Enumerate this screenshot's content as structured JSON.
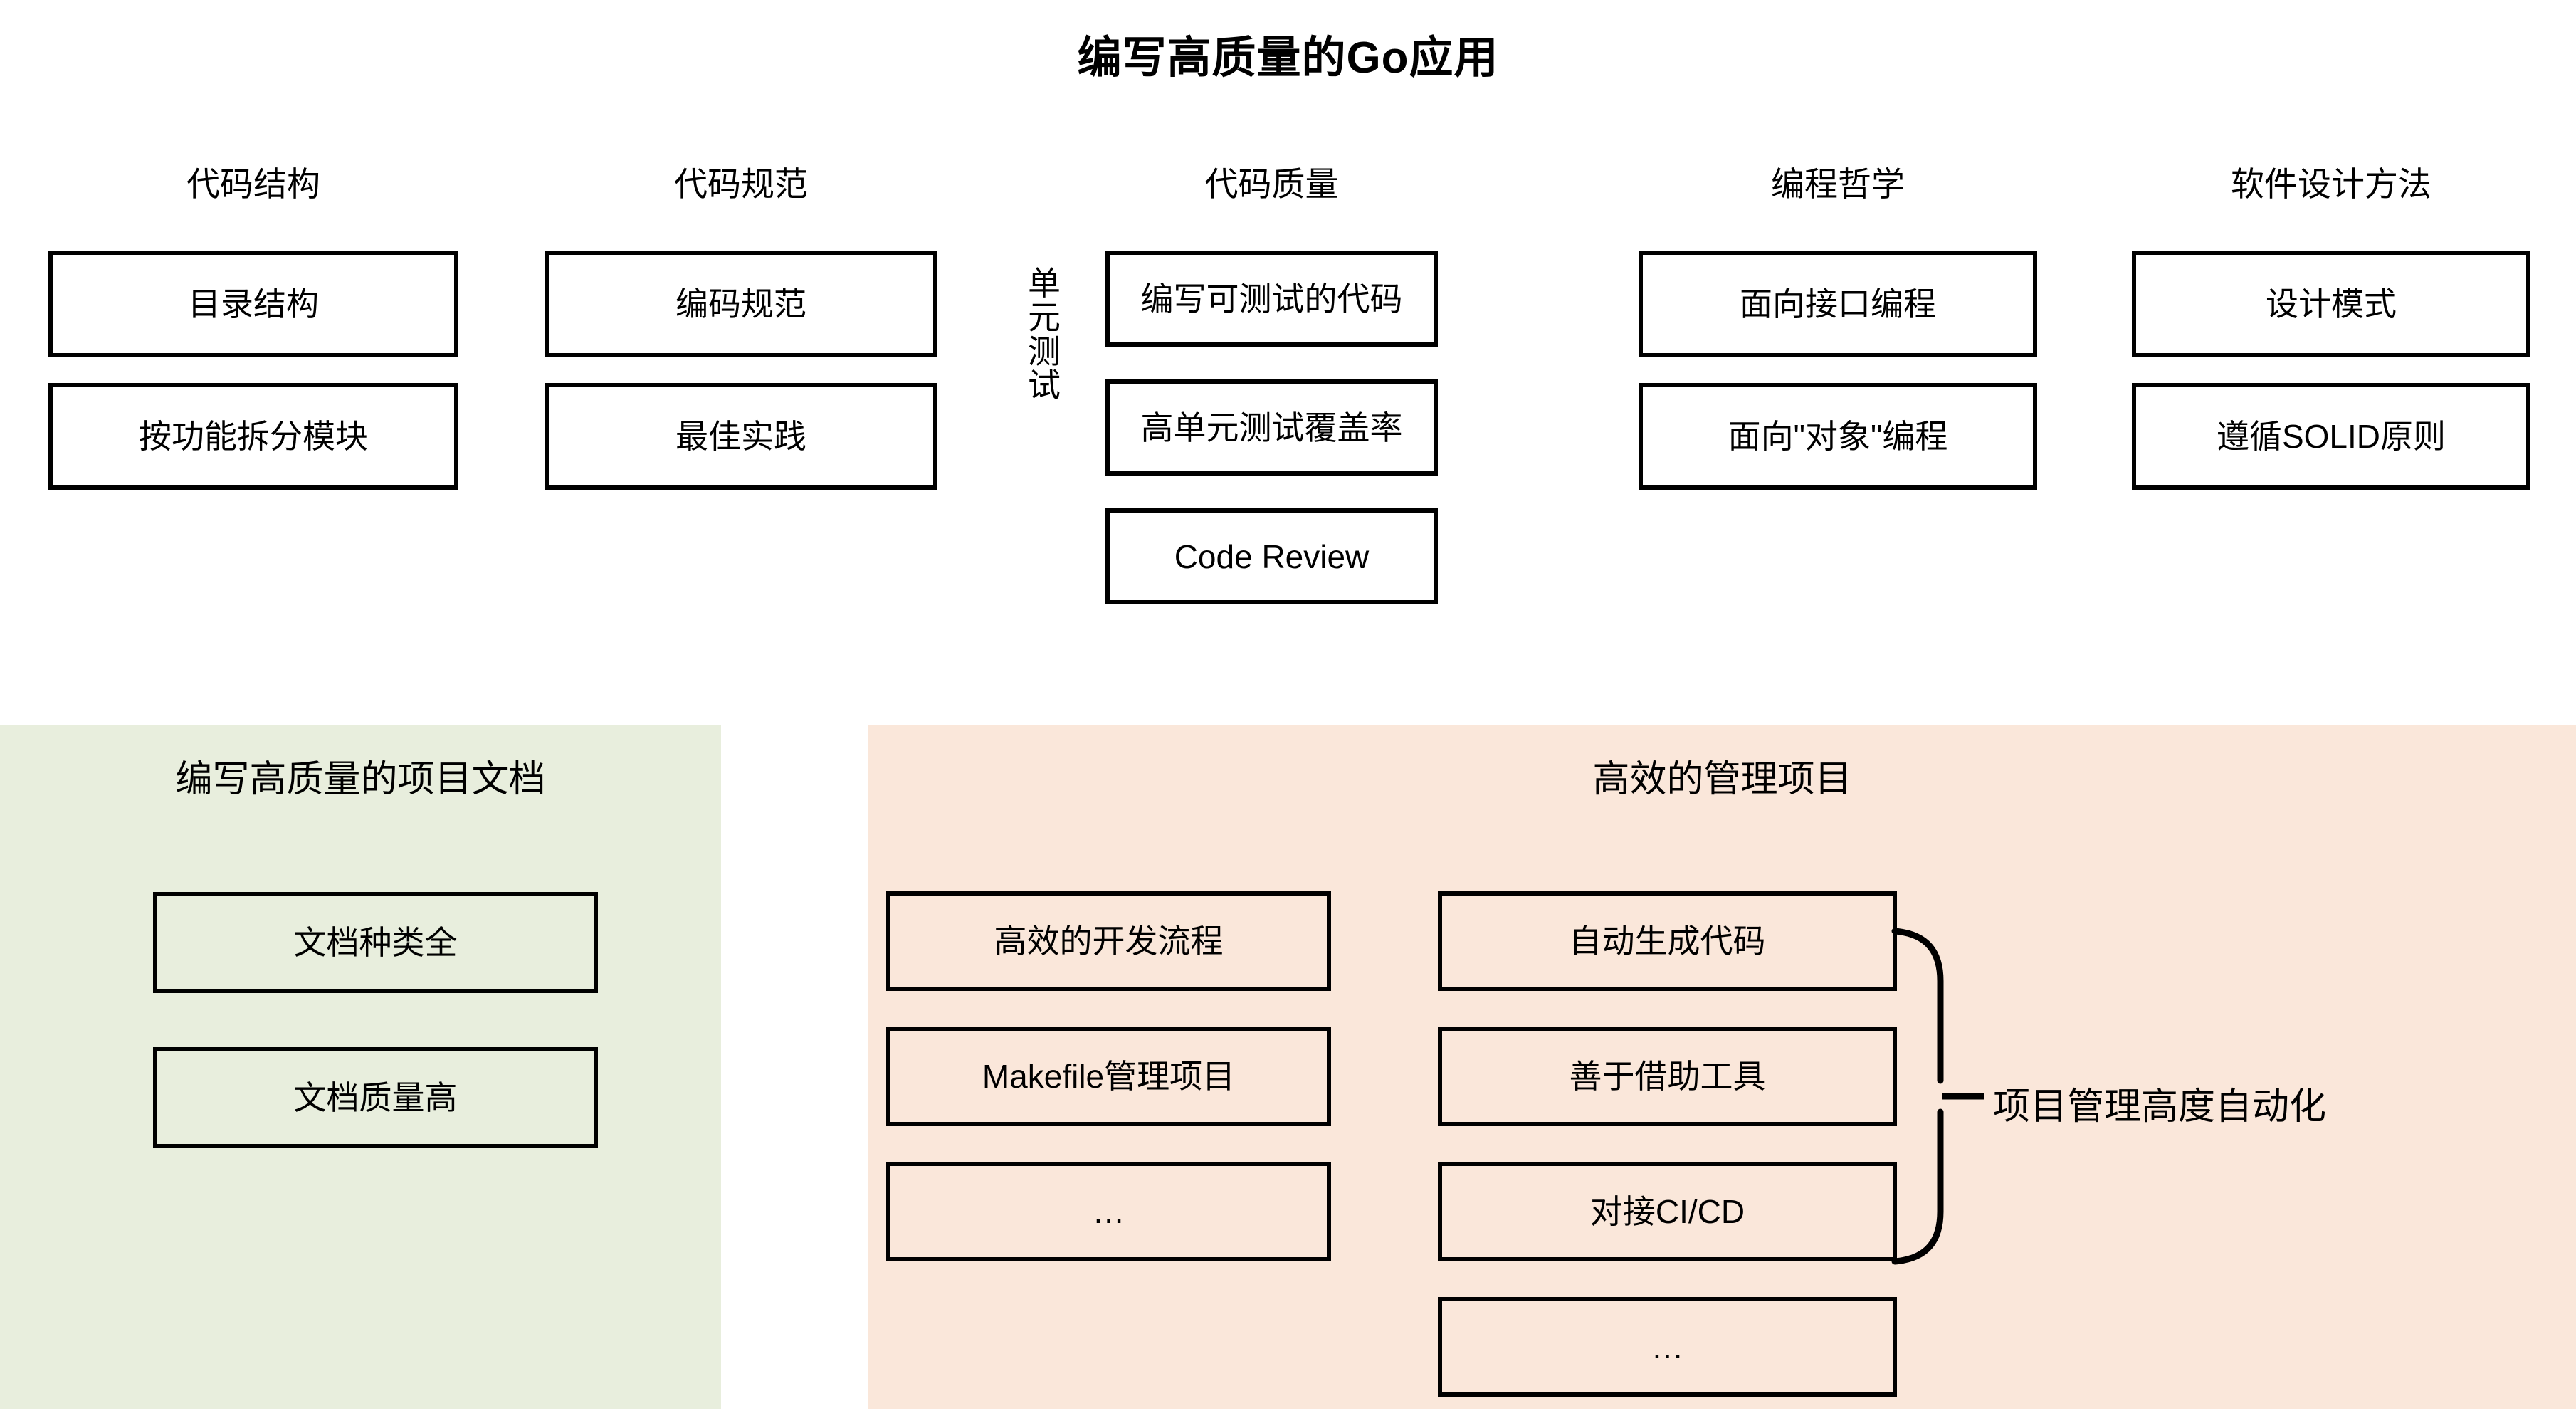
{
  "diagram": {
    "title": "编写高质量的Go应用",
    "colors": {
      "docs_panel_bg": "#E8EEDD",
      "manage_panel_bg": "#FAE7DA",
      "box_border": "#000000",
      "text": "#000000",
      "page_bg": "#FFFFFF"
    },
    "top_columns": [
      {
        "header": "代码结构",
        "boxes": [
          "目录结构",
          "按功能拆分模块"
        ]
      },
      {
        "header": "代码规范",
        "boxes": [
          "编码规范",
          "最佳实践"
        ]
      },
      {
        "header": "代码质量",
        "side_label": "单元测试",
        "boxes": [
          "编写可测试的代码",
          "高单元测试覆盖率",
          "Code Review"
        ]
      },
      {
        "header": "编程哲学",
        "boxes": [
          "面向接口编程",
          "面向\"对象\"编程"
        ]
      },
      {
        "header": "软件设计方法",
        "boxes": [
          "设计模式",
          "遵循SOLID原则"
        ]
      }
    ],
    "panels": [
      {
        "id": "docs",
        "title": "编写高质量的项目文档",
        "boxes": [
          "文档种类全",
          "文档质量高"
        ]
      },
      {
        "id": "manage",
        "title": "高效的管理项目",
        "left_boxes": [
          "高效的开发流程",
          "Makefile管理项目",
          "…"
        ],
        "right_boxes": [
          "自动生成代码",
          "善于借助工具",
          "对接CI/CD",
          "…"
        ],
        "brace_label": "项目管理高度自动化"
      }
    ]
  }
}
